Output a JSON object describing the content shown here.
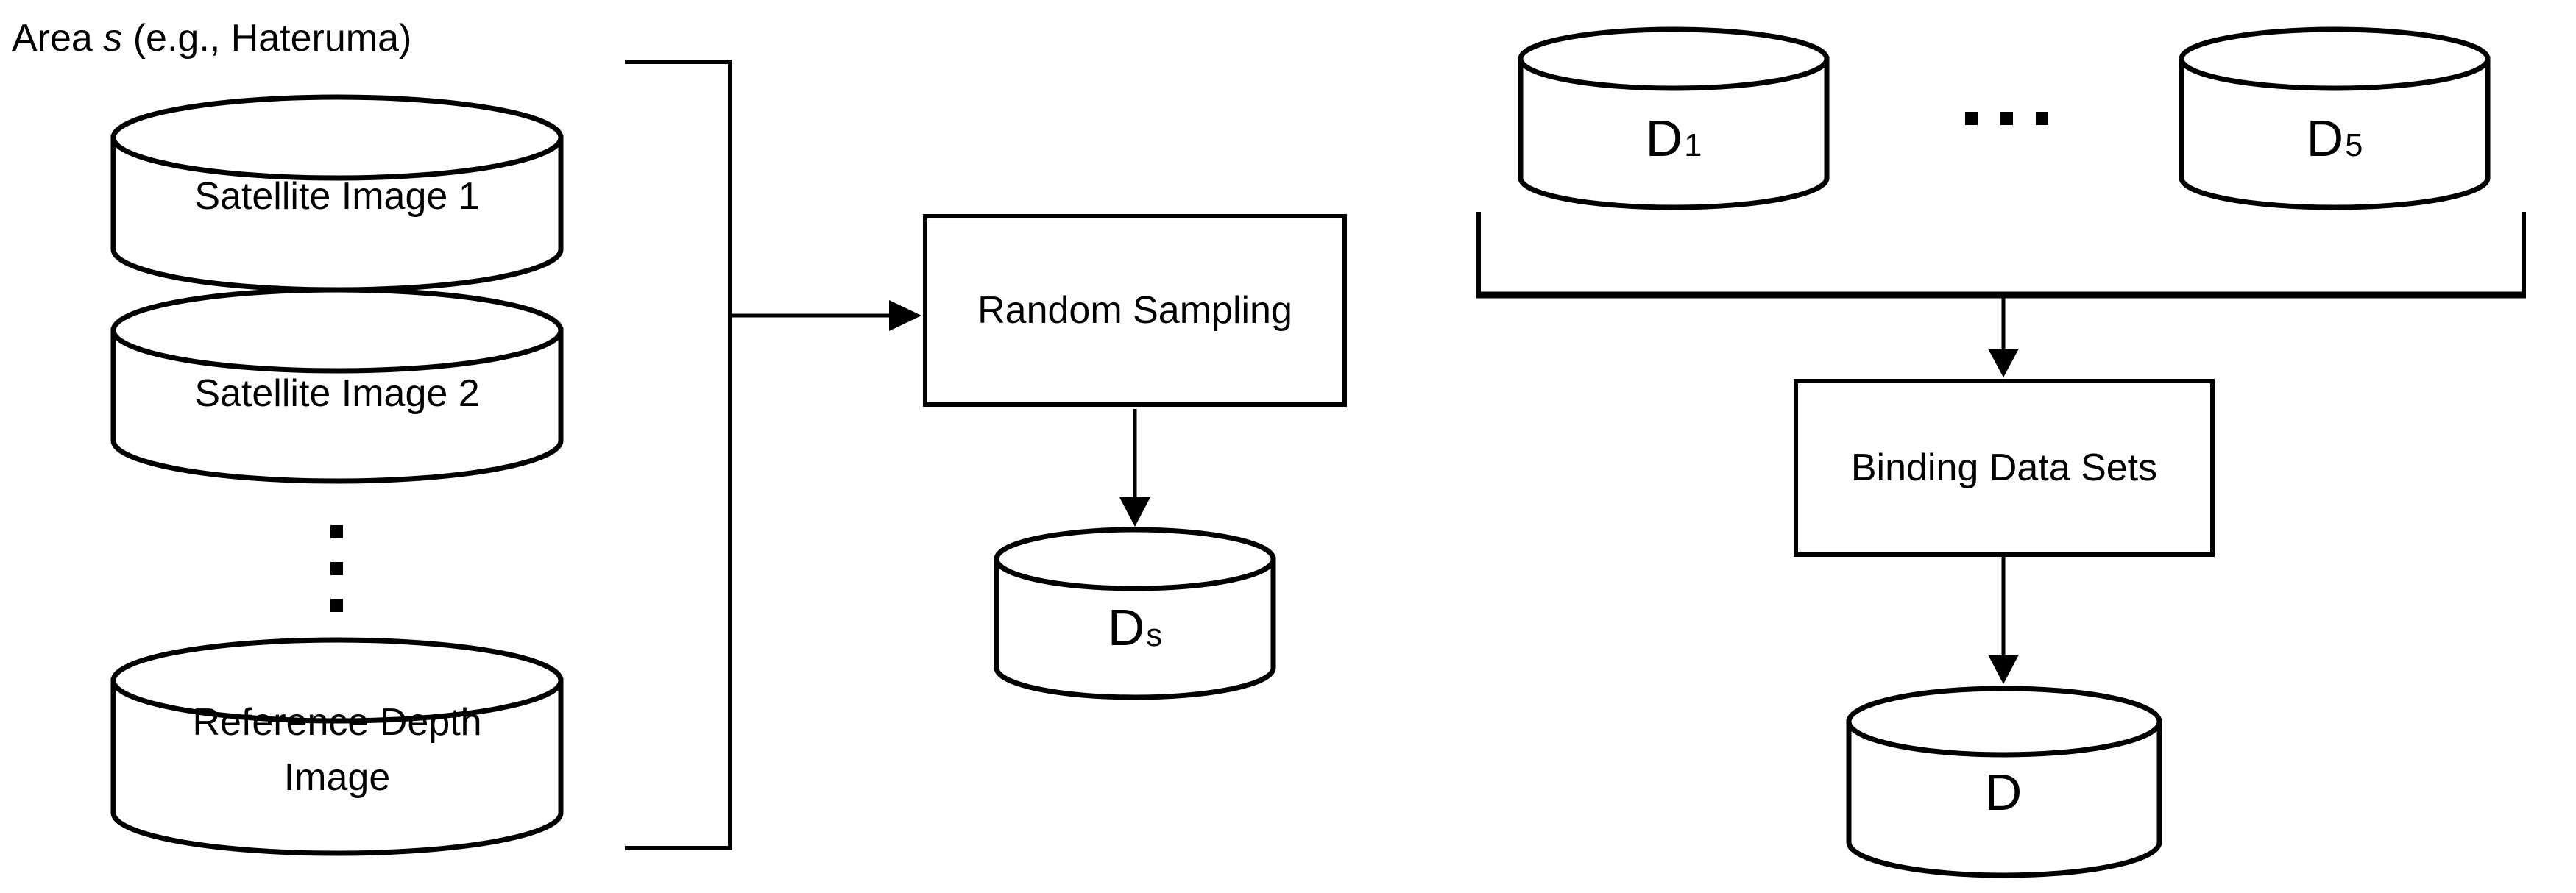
{
  "canvas": {
    "background": "#ffffff",
    "ink": "#000000"
  },
  "area_label": {
    "prefix": "Area ",
    "variable": "s",
    "suffix": " (e.g., Hateruma)"
  },
  "source_stack": {
    "cylinders": [
      "Satellite Image 1",
      "Satellite Image 2",
      "Reference Depth Image"
    ]
  },
  "sampling_flow": {
    "process_label": "Random Sampling",
    "output_db": {
      "base": "D",
      "subscript": "s"
    }
  },
  "binding_flow": {
    "input_db_first": {
      "base": "D",
      "subscript": "1"
    },
    "input_db_last": {
      "base": "D",
      "subscript": "5"
    },
    "process_label": "Binding Data Sets",
    "output_db": {
      "base": "D",
      "subscript": ""
    }
  },
  "icons": {
    "vertical_ellipsis": "⋮",
    "horizontal_ellipsis": "…"
  }
}
